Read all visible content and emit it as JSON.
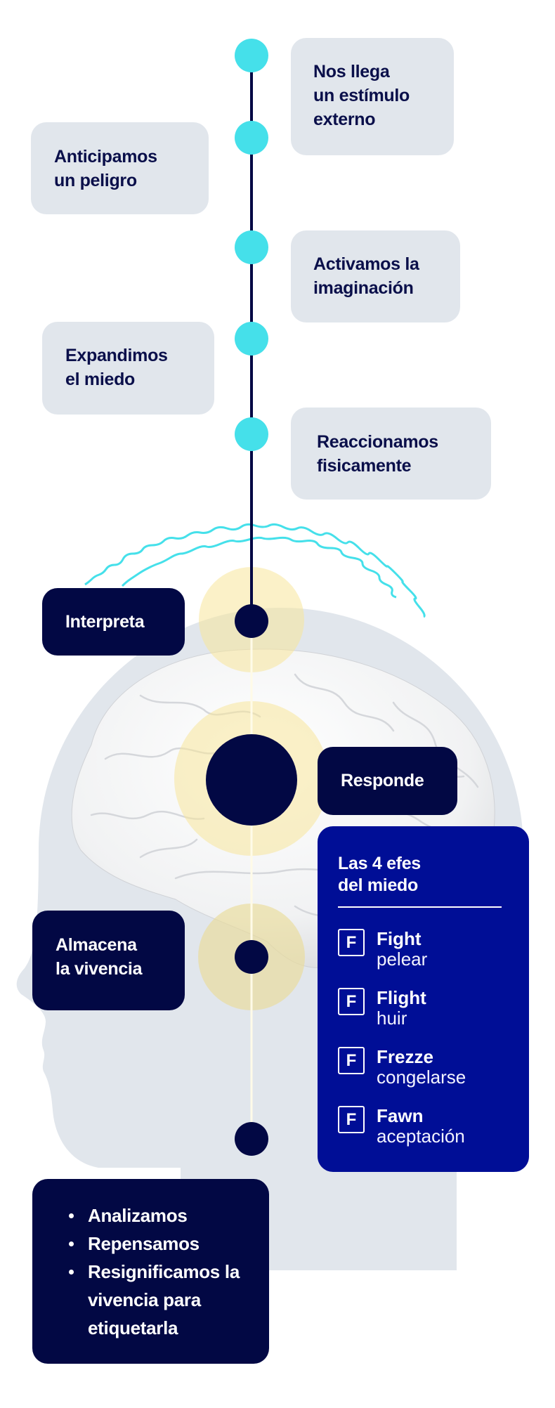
{
  "timeline_steps": [
    {
      "lines": [
        "Nos llega",
        "un estímulo",
        "externo"
      ]
    },
    {
      "lines": [
        "Anticipamos",
        "un peligro"
      ]
    },
    {
      "lines": [
        "Activamos la",
        "imaginación"
      ]
    },
    {
      "lines": [
        "Expandimos",
        "el miedo"
      ]
    },
    {
      "lines": [
        "Reaccionamos",
        "fisicamente"
      ]
    }
  ],
  "brain_stages": {
    "interpreta": "Interpreta",
    "responde": "Responde",
    "almacena": [
      "Almacena",
      "la vivencia"
    ]
  },
  "four_fs": {
    "title": [
      "Las 4 efes",
      "del miedo"
    ],
    "items": [
      {
        "icon": "F",
        "name": "Fight",
        "meaning": "pelear"
      },
      {
        "icon": "F",
        "name": "Flight",
        "meaning": "huir"
      },
      {
        "icon": "F",
        "name": "Frezze",
        "meaning": "congelarse"
      },
      {
        "icon": "F",
        "name": "Fawn",
        "meaning": "aceptación"
      }
    ]
  },
  "final_steps": {
    "bullets": [
      "Analizamos",
      "Repensamos",
      "Resignificamos la vivencia para etiquetarla"
    ]
  },
  "colors": {
    "navy": "#020844",
    "cyan": "#45e0ea",
    "box_gray": "#e1e6ec",
    "blue": "#000e96",
    "highlight_yellow": "#f7e59a"
  }
}
